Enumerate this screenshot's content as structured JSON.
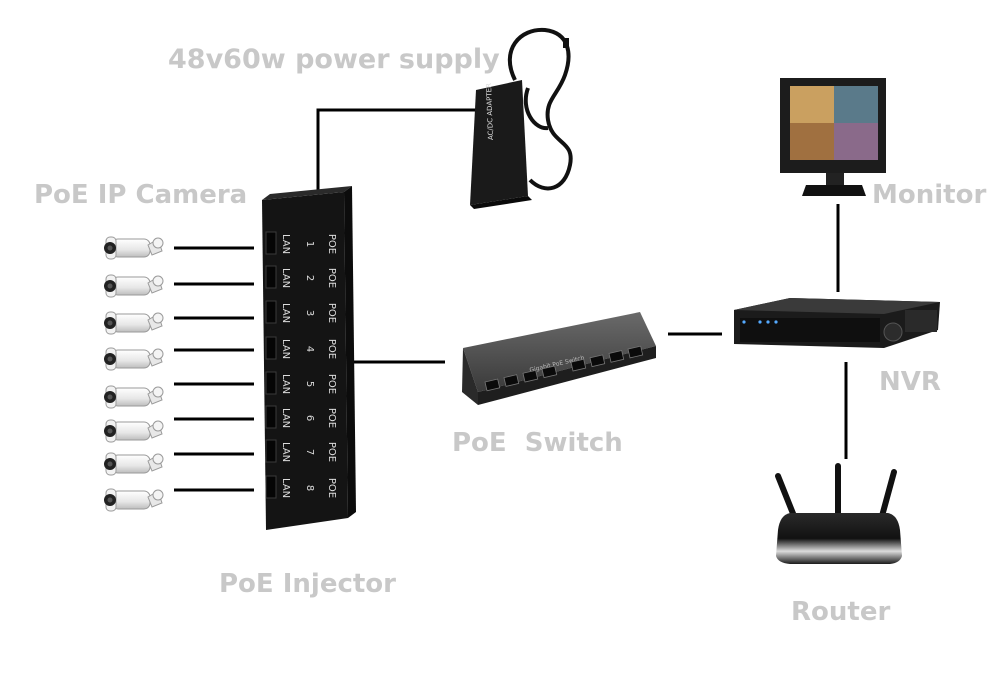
{
  "labels": {
    "power_supply": "48v60w power supply",
    "camera": "PoE IP Camera",
    "monitor": "Monitor",
    "nvr": "NVR",
    "switch": "PoE  Switch",
    "injector": "PoE Injector",
    "router": "Router"
  },
  "injector": {
    "ports": [
      {
        "poe": "POE",
        "num": "1",
        "lan": "LAN"
      },
      {
        "poe": "POE",
        "num": "2",
        "lan": "LAN"
      },
      {
        "poe": "POE",
        "num": "3",
        "lan": "LAN"
      },
      {
        "poe": "POE",
        "num": "4",
        "lan": "LAN"
      },
      {
        "poe": "POE",
        "num": "5",
        "lan": "LAN"
      },
      {
        "poe": "POE",
        "num": "6",
        "lan": "LAN"
      },
      {
        "poe": "POE",
        "num": "7",
        "lan": "LAN"
      },
      {
        "poe": "POE",
        "num": "8",
        "lan": "LAN"
      }
    ]
  },
  "adapter": {
    "text": "AC/DC ADAPTER"
  },
  "switch_device": {
    "text": "Gigabit PoE Switch"
  },
  "colors": {
    "label_gray": "#c8c8c8",
    "device_black": "#141414",
    "line_black": "#000000"
  }
}
